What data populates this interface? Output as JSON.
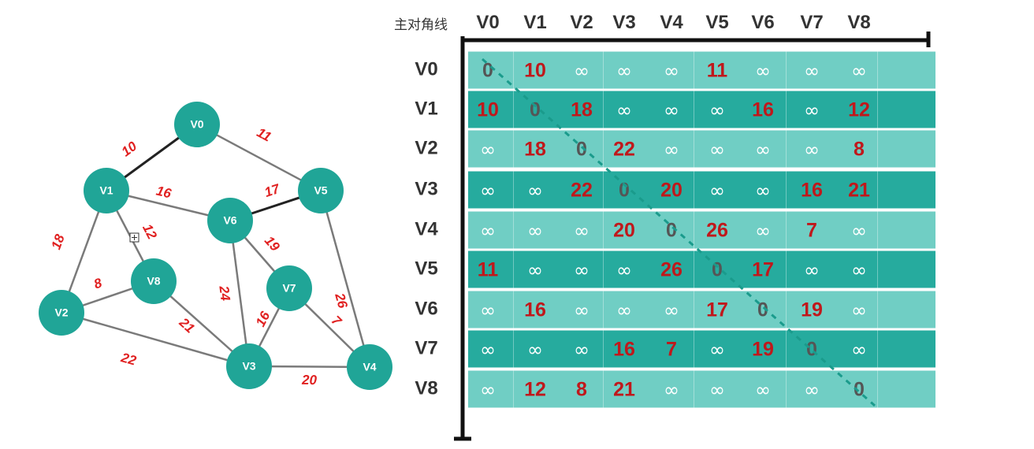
{
  "corner_label": "主对角线",
  "vertices": [
    "V0",
    "V1",
    "V2",
    "V3",
    "V4",
    "V5",
    "V6",
    "V7",
    "V8"
  ],
  "inf_symbol": "∞",
  "edges": [
    {
      "from": "V0",
      "to": "V1",
      "w": 10,
      "bold": true
    },
    {
      "from": "V0",
      "to": "V5",
      "w": 11,
      "bold": false
    },
    {
      "from": "V1",
      "to": "V6",
      "w": 16,
      "bold": false
    },
    {
      "from": "V1",
      "to": "V8",
      "w": 12,
      "bold": false
    },
    {
      "from": "V1",
      "to": "V2",
      "w": 18,
      "bold": false
    },
    {
      "from": "V6",
      "to": "V5",
      "w": 17,
      "bold": true
    },
    {
      "from": "V6",
      "to": "V7",
      "w": 19,
      "bold": false
    },
    {
      "from": "V6",
      "to": "V3",
      "w": 24,
      "bold": false
    },
    {
      "from": "V5",
      "to": "V4",
      "w": 26,
      "bold": false
    },
    {
      "from": "V2",
      "to": "V8",
      "w": 8,
      "bold": false
    },
    {
      "from": "V2",
      "to": "V3",
      "w": 22,
      "bold": false
    },
    {
      "from": "V8",
      "to": "V3",
      "w": 21,
      "bold": false
    },
    {
      "from": "V7",
      "to": "V3",
      "w": 16,
      "bold": false
    },
    {
      "from": "V7",
      "to": "V4",
      "w": 7,
      "bold": false
    },
    {
      "from": "V3",
      "to": "V4",
      "w": 20,
      "bold": false
    }
  ],
  "matrix": [
    [
      "0",
      "10",
      "∞",
      "∞",
      "∞",
      "11",
      "∞",
      "∞",
      "∞"
    ],
    [
      "10",
      "0",
      "18",
      "∞",
      "∞",
      "∞",
      "16",
      "∞",
      "12"
    ],
    [
      "∞",
      "18",
      "0",
      "22",
      "∞",
      "∞",
      "∞",
      "∞",
      "8"
    ],
    [
      "∞",
      "∞",
      "22",
      "0",
      "20",
      "∞",
      "∞",
      "16",
      "21"
    ],
    [
      "∞",
      "∞",
      "∞",
      "20",
      "0",
      "26",
      "∞",
      "7",
      "∞"
    ],
    [
      "11",
      "∞",
      "∞",
      "∞",
      "26",
      "0",
      "17",
      "∞",
      "∞"
    ],
    [
      "∞",
      "16",
      "∞",
      "∞",
      "∞",
      "17",
      "0",
      "19",
      "∞"
    ],
    [
      "∞",
      "∞",
      "∞",
      "16",
      "7",
      "∞",
      "19",
      "0",
      "∞"
    ],
    [
      "∞",
      "12",
      "8",
      "21",
      "∞",
      "∞",
      "∞",
      "∞",
      "0"
    ]
  ],
  "colors": {
    "node": "#20a597",
    "weight": "#e02020",
    "band_light": "#70cec4",
    "band_dark": "#26ab9e",
    "cell_red": "#c0181b"
  }
}
